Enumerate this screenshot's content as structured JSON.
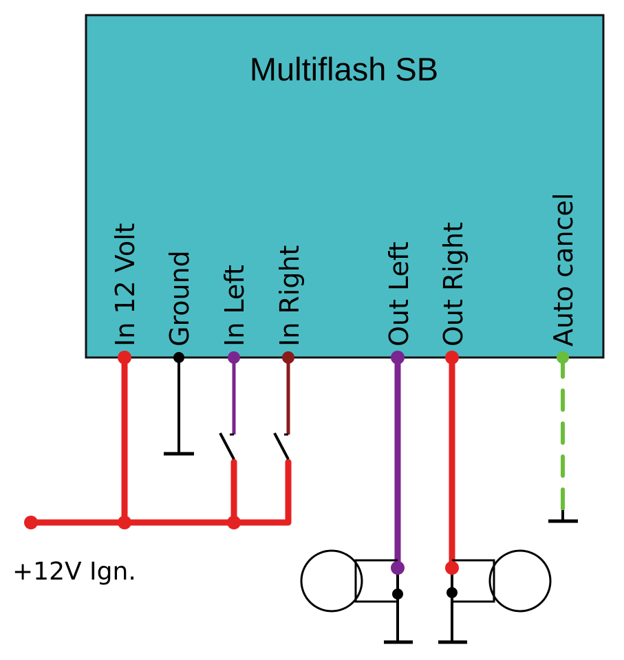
{
  "module": {
    "title": "Multiflash SB",
    "fill_color": "#4cbcc4"
  },
  "pins": [
    {
      "id": "in-12-volt",
      "label": "In 12 Volt",
      "color": "#e52222"
    },
    {
      "id": "ground",
      "label": "Ground",
      "color": "#000000"
    },
    {
      "id": "in-left",
      "label": "In Left",
      "color": "#7b2590"
    },
    {
      "id": "in-right",
      "label": "In Right",
      "color": "#8b1a1a"
    },
    {
      "id": "out-left",
      "label": "Out Left",
      "color": "#7b2590"
    },
    {
      "id": "out-right",
      "label": "Out Right",
      "color": "#e52222"
    },
    {
      "id": "auto-cancel",
      "label": "Auto cancel",
      "color": "#6bbd3a"
    }
  ],
  "supply": {
    "label": "+12V Ign.",
    "color": "#e52222"
  },
  "components": {
    "switches": [
      "left-switch",
      "right-switch"
    ],
    "lamps": [
      "left-lamp",
      "right-lamp"
    ],
    "ground_symbols": [
      "ground-pin-ground",
      "left-lamp-ground",
      "right-lamp-ground",
      "auto-cancel-ground"
    ]
  },
  "wire_style": {
    "auto_cancel": "dashed"
  }
}
